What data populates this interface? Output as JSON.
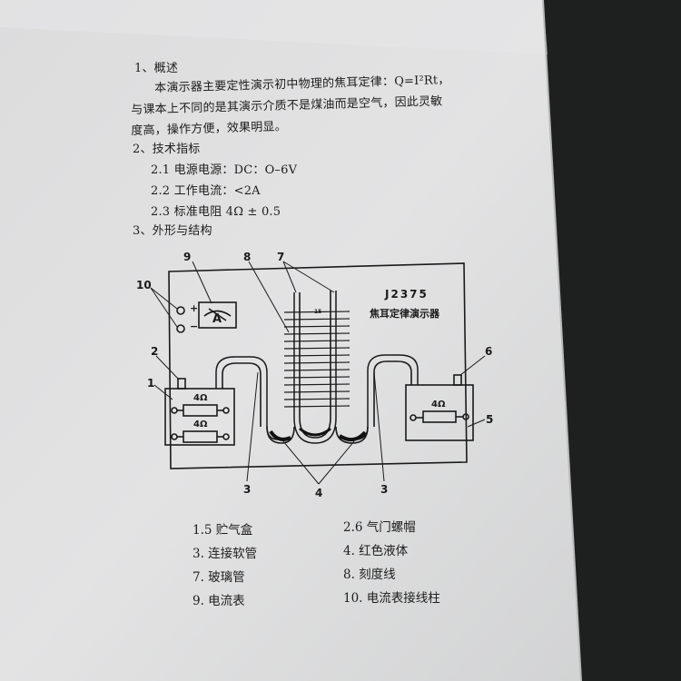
{
  "sections": {
    "s1": {
      "heading": "1、概述",
      "para_line1": "本演示器主要定性演示初中物理的焦耳定律：Q=I²Rt，",
      "para_line2": "与课本上不同的是其演示介质不是煤油而是空气，因此灵敏",
      "para_line3": "度高，操作方便，效果明显。"
    },
    "s2": {
      "heading": "2、技术指标",
      "spec1": "2.1 电源电源：DC：O–6V",
      "spec2": "2.2 工作电流：<2A",
      "spec3": "2.3 标准电阻 4Ω ± 0.5"
    },
    "s3": {
      "heading": "3、外形与结构"
    }
  },
  "diagram": {
    "model": "J2375",
    "device_name": "焦耳定律演示器",
    "meter_symbol": "A",
    "resistor_label": "4Ω",
    "scale_top": "15",
    "plus": "+",
    "minus": "−",
    "callouts": {
      "n1": "1",
      "n2": "2",
      "n3a": "3",
      "n3b": "3",
      "n4": "4",
      "n5": "5",
      "n6": "6",
      "n7": "7",
      "n8": "8",
      "n9": "9",
      "n10": "10"
    }
  },
  "legend": [
    {
      "left": "1.5 贮气盒",
      "right": "2.6 气门螺帽"
    },
    {
      "left": "3. 连接软管",
      "right": "4. 红色液体"
    },
    {
      "left": "7. 玻璃管",
      "right": "8. 刻度线"
    },
    {
      "left": "9. 电流表",
      "right": "10. 电流表接线柱"
    }
  ]
}
